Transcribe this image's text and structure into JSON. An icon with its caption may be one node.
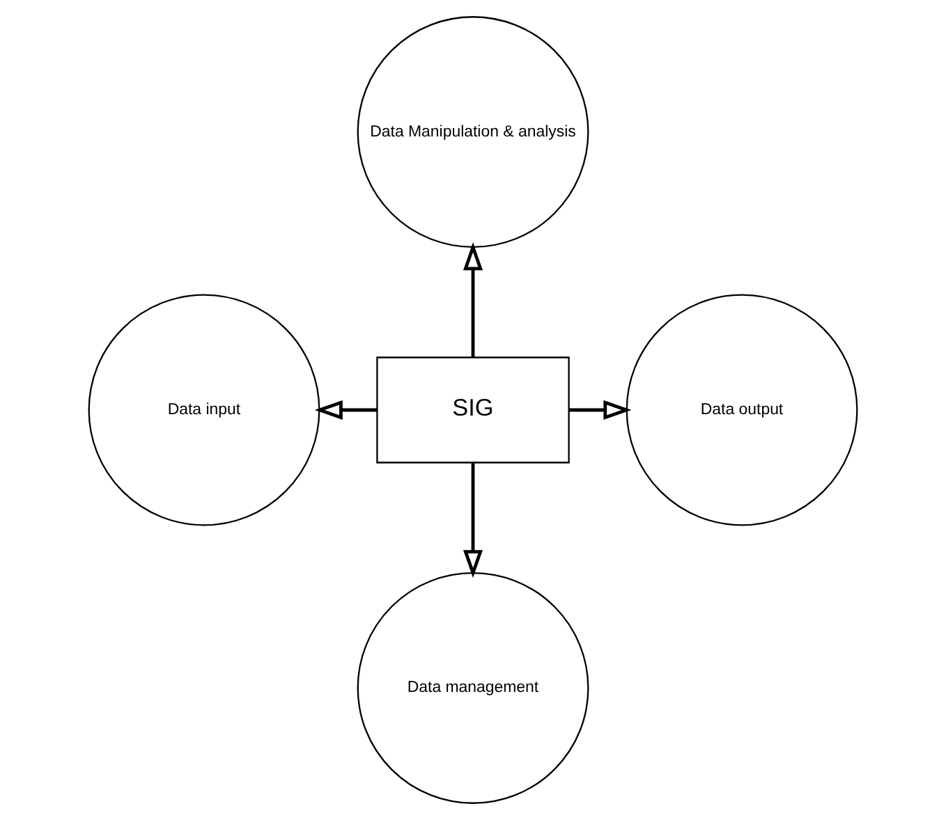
{
  "diagram": {
    "nodes": [
      {
        "text": [
          "Data Manipulation & analysis"
        ]
      },
      {
        "text": [
          "Data input"
        ]
      },
      {
        "text": [
          "SIG"
        ]
      },
      {
        "text": [
          "Data output"
        ]
      },
      {
        "text": [
          "Data management"
        ]
      }
    ],
    "edges": [
      {
        "from": 2,
        "to": 0,
        "arrow": "to"
      },
      {
        "from": 2,
        "to": 1,
        "arrow": "to"
      },
      {
        "from": 2,
        "to": 3,
        "arrow": "to"
      },
      {
        "from": 2,
        "to": 4,
        "arrow": "to"
      }
    ]
  }
}
